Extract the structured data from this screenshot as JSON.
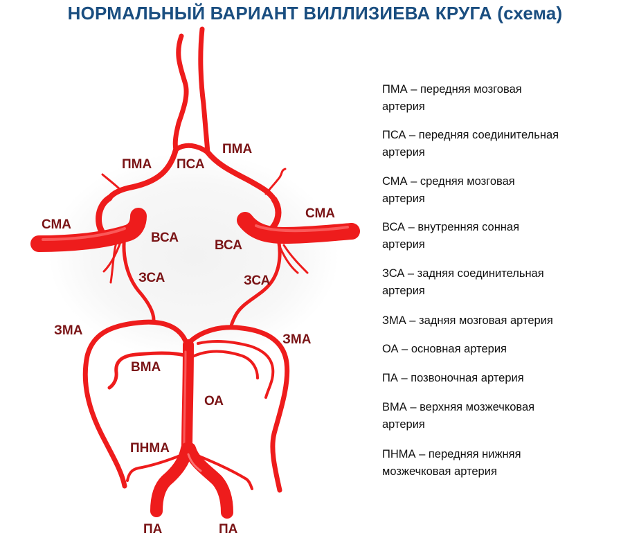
{
  "title": "НОРМАЛЬНЫЙ ВАРИАНТ ВИЛЛИЗИЕВА КРУГА (схема)",
  "colors": {
    "artery": "#ee1c1c",
    "artery_dark": "#b20d0d",
    "label": "#7a1416",
    "title": "#1a4e80"
  },
  "labels": {
    "pma_left": "ПМА",
    "pma_right": "ПМА",
    "psa": "ПСА",
    "sma_left": "СМА",
    "sma_right": "СМА",
    "vsa_left": "ВСА",
    "vsa_right": "ВСА",
    "zsa_left": "ЗСА",
    "zsa_right": "ЗСА",
    "zma_left": "ЗМА",
    "zma_right": "ЗМА",
    "vma": "ВМА",
    "oa": "ОА",
    "pnma": "ПНМА",
    "pa_left": "ПА",
    "pa_right": "ПА"
  },
  "legend": [
    "ПМА – передняя мозговая\nартерия",
    "ПСА – передняя соединительная\nартерия",
    "СМА – средняя мозговая\nартерия",
    "ВСА – внутренняя сонная\nартерия",
    "ЗСА – задняя соединительная\nартерия",
    "ЗМА – задняя мозговая артерия",
    "ОА – основная артерия",
    "ПА – позвоночная артерия",
    "ВМА – верхняя мозжечковая\nартерия",
    "ПНМА – передняя нижняя\nмозжечковая артерия"
  ]
}
